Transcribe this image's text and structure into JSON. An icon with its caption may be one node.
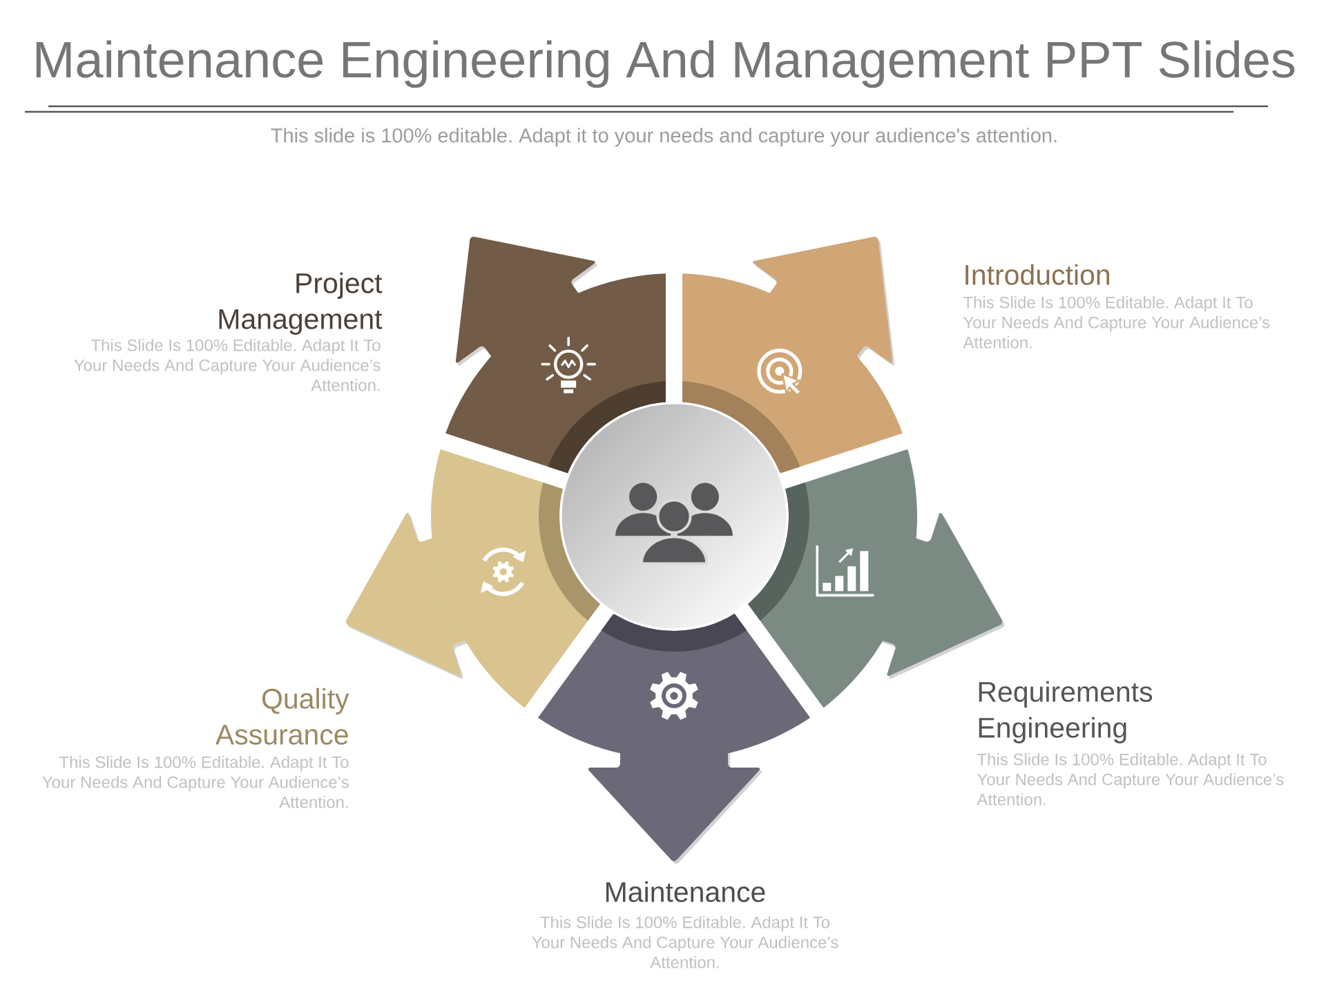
{
  "diagram": {
    "title": "Maintenance Engineering And Management PPT Slides",
    "nodes": [
      {
        "text": [],
        "shape": "sector",
        "beside": [
          "Project Management",
          "This Slide Is 100% Editable. Adapt It To Your Needs And Capture Your Audience’s Attention."
        ]
      },
      {
        "text": [],
        "shape": "sector",
        "beside": [
          "Introduction",
          "This Slide Is 100% Editable. Adapt It To Your Needs And Capture Your Audience’s Attention."
        ]
      },
      {
        "text": [],
        "shape": "circle"
      },
      {
        "text": [],
        "shape": "sector",
        "beside": [
          "Quality Assurance",
          "This Slide Is 100% Editable. Adapt It To Your Needs And Capture Your Audience’s Attention."
        ]
      },
      {
        "text": [],
        "shape": "sector",
        "beside": [
          "Requirements Engineering",
          "This Slide Is 100% Editable. Adapt It To Your Needs And Capture Your Audience’s Attention."
        ]
      },
      {
        "text": [],
        "shape": "sector",
        "beside": [
          "Maintenance",
          "This Slide Is 100% Editable. Adapt It To Your Needs And Capture Your Audience’s Attention."
        ]
      }
    ],
    "labels": [
      "This slide is 100% editable. Adapt it to your needs and capture your audience's attention."
    ]
  }
}
